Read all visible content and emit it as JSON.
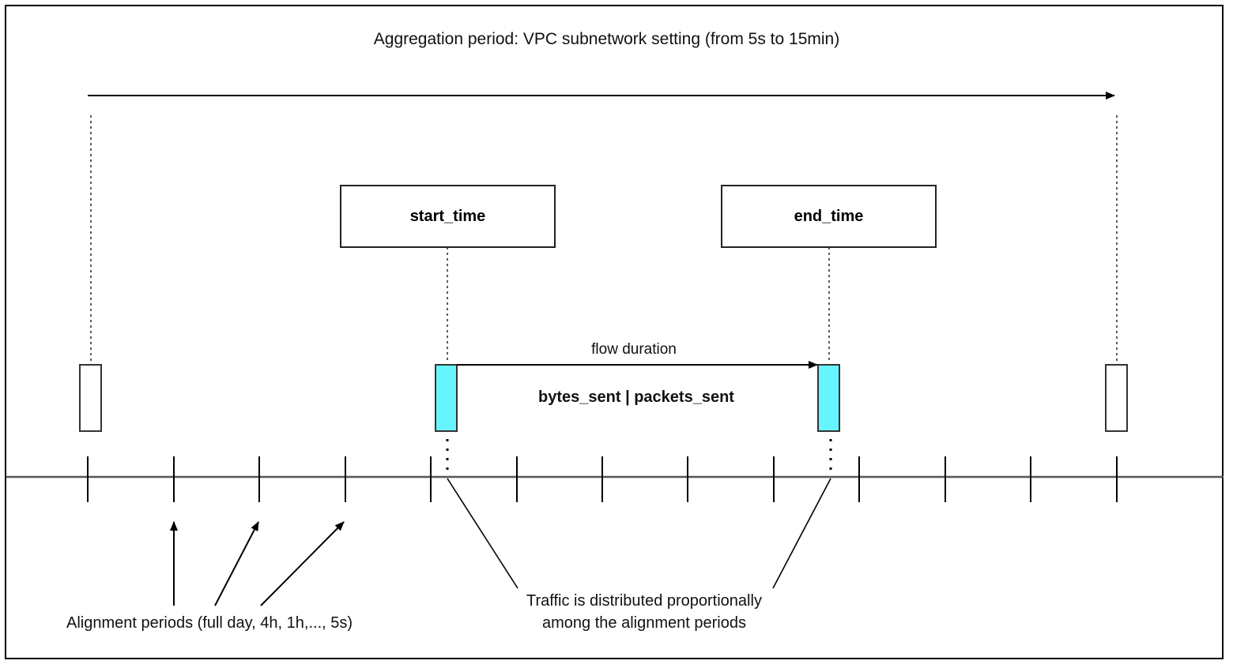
{
  "title": "Aggregation period: VPC subnetwork setting (from 5s to 15min)",
  "start_box": {
    "label": "start_time"
  },
  "end_box": {
    "label": "end_time"
  },
  "flow_duration_label": "flow duration",
  "bytes_packets_label": "bytes_sent | packets_sent",
  "alignment_label": "Alignment periods (full day, 4h, 1h,..., 5s)",
  "traffic_label": "Traffic is distributed proportionally among the alignment periods",
  "colors": {
    "highlight": "#66f5ff",
    "stroke": "#000000"
  }
}
